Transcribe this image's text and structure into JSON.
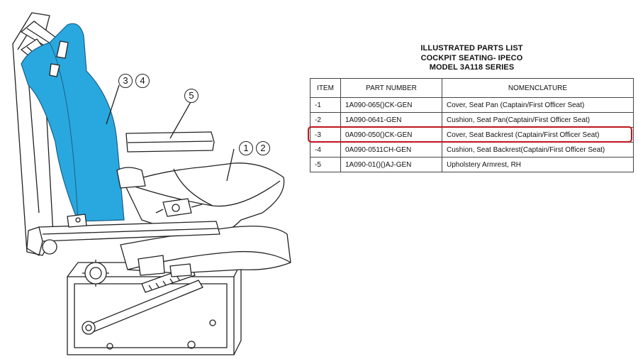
{
  "title": {
    "line1": "ILLUSTRATED PARTS LIST",
    "line2": "COCKPIT SEATING- IPECO",
    "line3": "MODEL 3A118 SERIES"
  },
  "table": {
    "headers": [
      "ITEM",
      "PART NUMBER",
      "NOMENCLATURE"
    ],
    "rows": [
      {
        "item": "-1",
        "part_number": "1A090-065()CK-GEN",
        "nomenclature": "Cover, Seat Pan (Captain/First Officer Seat)"
      },
      {
        "item": "-2",
        "part_number": "1A090-0641-GEN",
        "nomenclature": "Cushion, Seat Pan(Captain/First Officer Seat)"
      },
      {
        "item": "-3",
        "part_number": "0A090-050()CK-GEN",
        "nomenclature": "Cover, Seat Backrest (Captain/First Officer Seat)"
      },
      {
        "item": "-4",
        "part_number": "0A090-0511CH-GEN",
        "nomenclature": "Cushion, Seat Backrest(Captain/First Officer Seat)"
      },
      {
        "item": "-5",
        "part_number": "1A090-01()()AJ-GEN",
        "nomenclature": "Upholstery Armrest, RH"
      }
    ],
    "highlighted_item": "-3",
    "highlight_color": "#c0151f"
  },
  "callouts": [
    "3",
    "4",
    "5",
    "1",
    "2"
  ],
  "colors": {
    "backrest_fill": "#29a8df",
    "line": "#222222"
  },
  "illustration": {
    "subject": "cockpit seat line drawing with highlighted backrest"
  }
}
